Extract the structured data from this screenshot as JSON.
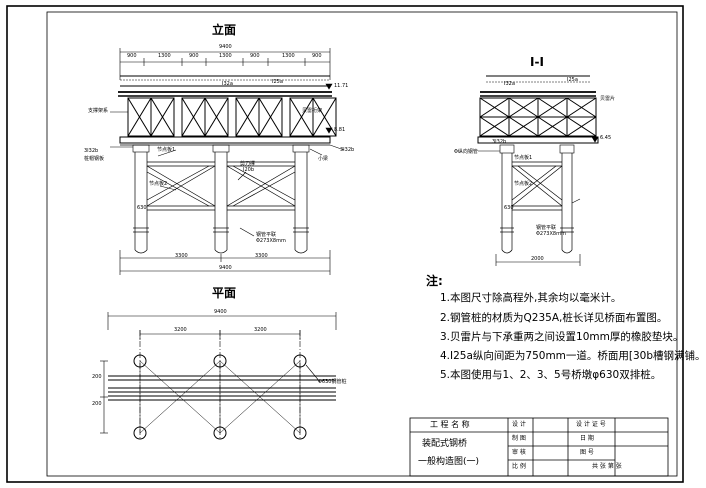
{
  "views": {
    "elevation_title": "立面",
    "section_title": "I-I",
    "plan_title": "平面"
  },
  "elevation": {
    "top_dims": [
      "900",
      "1300",
      "900",
      "1300",
      "900",
      "1300",
      "900"
    ],
    "overall_top": "9400",
    "left_labels": {
      "deck": "支撑架系",
      "hanger": "贝雷桁架"
    },
    "i32a": "I32a",
    "i25a": "I25a",
    "bailey_label": "贝雷桁架",
    "el_top": "11.71",
    "el_mid": "8.81",
    "i32b": "3I32b",
    "pile_head": "桩帽钢板",
    "anchor": "节点板1",
    "brace1": "剪刀撑",
    "brace_spec1": "I20b",
    "node2": "节点板2",
    "cross": "剪刀撑",
    "brace_spec2": "I20b",
    "sill": "3I32b",
    "pile_label": "钢管平联",
    "pile_spec": "Φ273X8mm",
    "small": "小梁",
    "dia": "630",
    "dims_bottom": [
      "3300",
      "3300"
    ],
    "overall_bottom": "9400"
  },
  "section": {
    "i32a": "I32a",
    "i25a": "I25a",
    "bailey": "贝雷片",
    "el": "6.45",
    "i32b": "3I32b",
    "side": "Φ纵向钢管",
    "node1": "节点板1",
    "node2": "节点板2",
    "pile_label": "钢管平联",
    "pile_spec": "Φ273X8mm",
    "dia": "630",
    "width": "2000"
  },
  "plan": {
    "overall": "9400",
    "dims": [
      "3200",
      "3200"
    ],
    "side_dims": [
      "200",
      "200"
    ],
    "pile_note": "Φ630钢管桩"
  },
  "notes": {
    "head": "注:",
    "items": [
      "1.本图尺寸除高程外,其余均以毫米计。",
      "2.钢管桩的材质为Q235A,桩长详见桥面布置图。",
      "3.贝雷片与下承重两之间设置10mm厚的橡胶垫块。",
      "4.I25a纵向间距为750mm一道。桥面用[30b槽钢满铺。",
      "5.本图使用与1、2、3、5号桥墩φ630双排桩。"
    ]
  },
  "title_block": {
    "project_label": "工 程 名 称",
    "drawing_title_1": "装配式钢桥",
    "drawing_title_2": "一般构造图(一)",
    "design": "设 计",
    "draw": "制 图",
    "check": "审 核",
    "scale": "比 例",
    "cert": "设 计 证 号",
    "date": "日 期",
    "drawing_no": "图 号",
    "sheets": "共  张  第  张"
  }
}
